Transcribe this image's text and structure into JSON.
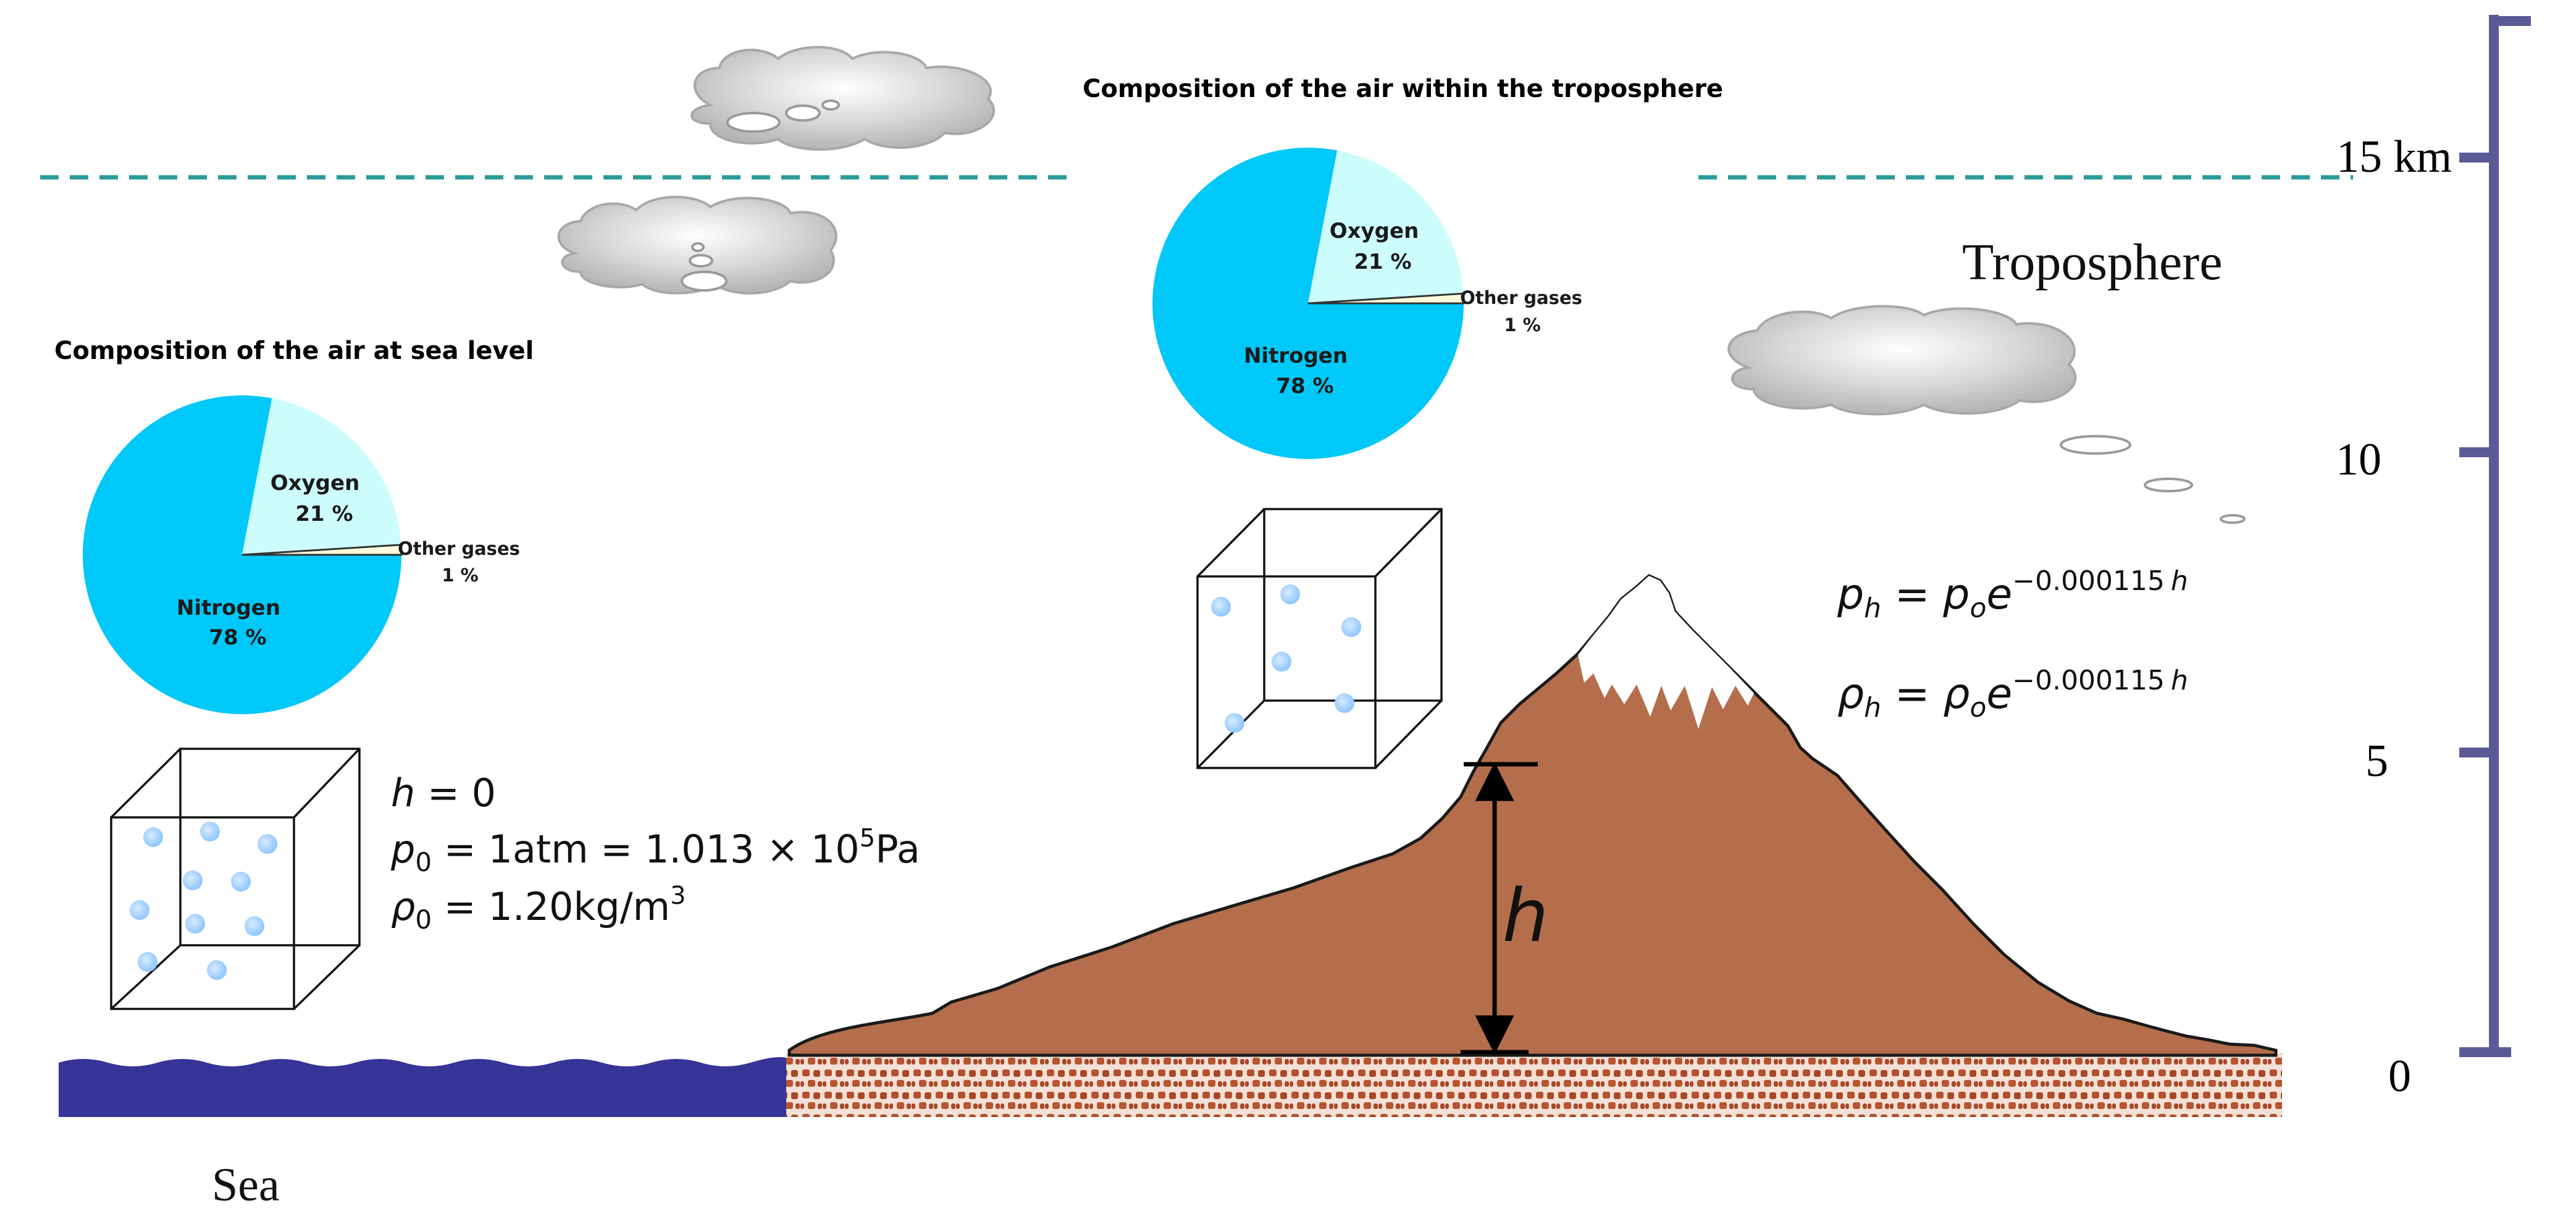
{
  "title_sea": "Composition of the air at sea level",
  "title_tropo": "Composition of the air within the troposphere",
  "charts": [
    {
      "type": "pie",
      "slices": [
        {
          "label": "Nitrogen",
          "pct_label": "78 %",
          "value": 78,
          "color": "#00c8f8"
        },
        {
          "label": "Oxygen",
          "pct_label": "21 %",
          "value": 21,
          "color": "#ccfcfc"
        },
        {
          "label": "Other gases",
          "pct_label": "1 %",
          "value": 1,
          "color": "#fffadc"
        }
      ]
    },
    {
      "type": "pie",
      "slices": [
        {
          "label": "Nitrogen",
          "pct_label": "78 %",
          "value": 78,
          "color": "#00c8f8"
        },
        {
          "label": "Oxygen",
          "pct_label": "21 %",
          "value": 21,
          "color": "#ccfcfc"
        },
        {
          "label": "Other gases",
          "pct_label": "1 %",
          "value": 1,
          "color": "#fffadc"
        }
      ]
    }
  ],
  "sea_level": {
    "h_var": "h",
    "h_rhs": " = 0",
    "p_var": "p",
    "p_sub": "0",
    "p_rhs": " = 1atm = 1.013 × 10",
    "p_exp": "5",
    "p_unit": "Pa",
    "rho_var": "ρ",
    "rho_sub": "0",
    "rho_rhs": " = 1.20kg/m",
    "rho_exp": "3"
  },
  "altitude_formulas": {
    "p_var": "p",
    "p_sub": "h",
    "p_eq": " = ",
    "p_base": "p",
    "p_base_sub": "o",
    "e": "e",
    "exponent": "−0.000115",
    "exp_var": "h",
    "rho_var": "ρ",
    "rho_sub": "h",
    "rho_base": "ρ",
    "rho_base_sub": "o"
  },
  "height_label": "h",
  "troposphere_label": "Troposphere",
  "sea_label": "Sea",
  "scale": {
    "ticks": [
      {
        "label": "15 km"
      },
      {
        "label": "10"
      },
      {
        "label": "5"
      },
      {
        "label": "0"
      }
    ]
  },
  "colors": {
    "sea": "#363497",
    "mountain": "#b46e4c",
    "soil_dots": "#b4502c",
    "scale": "#5a5a96",
    "dashed_line": "#2a9a9a",
    "particle": "#a7d5ff"
  }
}
